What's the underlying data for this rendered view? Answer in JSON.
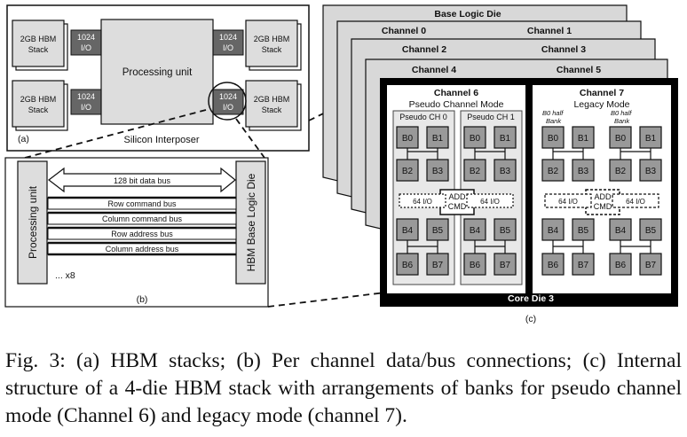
{
  "panel_a": {
    "label": "(a)",
    "hbm_stack": [
      "2GB HBM",
      "Stack"
    ],
    "io": [
      "1024",
      "I/O"
    ],
    "processing_unit": "Processing unit",
    "interposer": "Silicon Interposer"
  },
  "panel_b": {
    "label": "(b)",
    "left_block": "Processing unit",
    "right_block": "HBM Base Logic Die",
    "data_bus": "128 bit data bus",
    "buses": [
      "Row command bus",
      "Column command bus",
      "Row address bus",
      "Column address bus"
    ],
    "multiplier": "... x8"
  },
  "panel_c": {
    "label": "(c)",
    "dies": [
      "Base Logic Die",
      "Channel 0",
      "Channel 1",
      "Channel 2",
      "Channel 3",
      "Channel 4",
      "Channel 5"
    ],
    "core_die": "Core Die 3",
    "ch6_title": "Channel 6",
    "ch6_subtitle": "Pseudo Channel Mode",
    "pseudo_ch": [
      "Pseudo CH 0",
      "Pseudo CH 1"
    ],
    "ch7_title": "Channel 7",
    "ch7_subtitle": "Legacy Mode",
    "half_bank": [
      "B0 half",
      "Bank"
    ],
    "banks": [
      "B0",
      "B1",
      "B2",
      "B3",
      "B4",
      "B5",
      "B6",
      "B7"
    ],
    "io64": "64 I/O",
    "add_cmd": [
      "ADD",
      "CMD"
    ]
  },
  "caption": "Fig. 3: (a) HBM stacks; (b) Per channel data/bus connections; (c) Internal structure of a 4-die HBM stack with arrangements of banks for pseudo channel mode (Channel 6) and legacy mode (channel 7)."
}
